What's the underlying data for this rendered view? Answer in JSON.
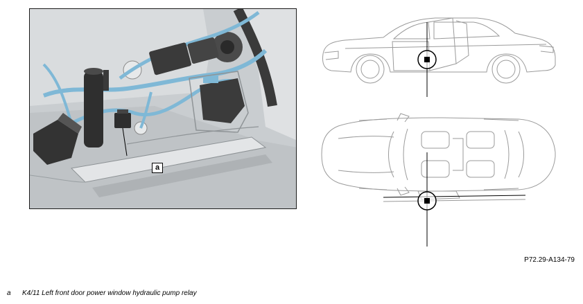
{
  "photo": {
    "callout_label": "a"
  },
  "figure_code": "P72.29-A134-79",
  "legend": [
    {
      "key": "a",
      "text": "K4/11 Left front door power window hydraulic pump relay"
    }
  ],
  "colors": {
    "harness": "#7fb8d6",
    "panel": "#cfd3d6",
    "component": "#2e2e2e",
    "car_outline": "#9a9a9a",
    "marker": "#000000"
  }
}
